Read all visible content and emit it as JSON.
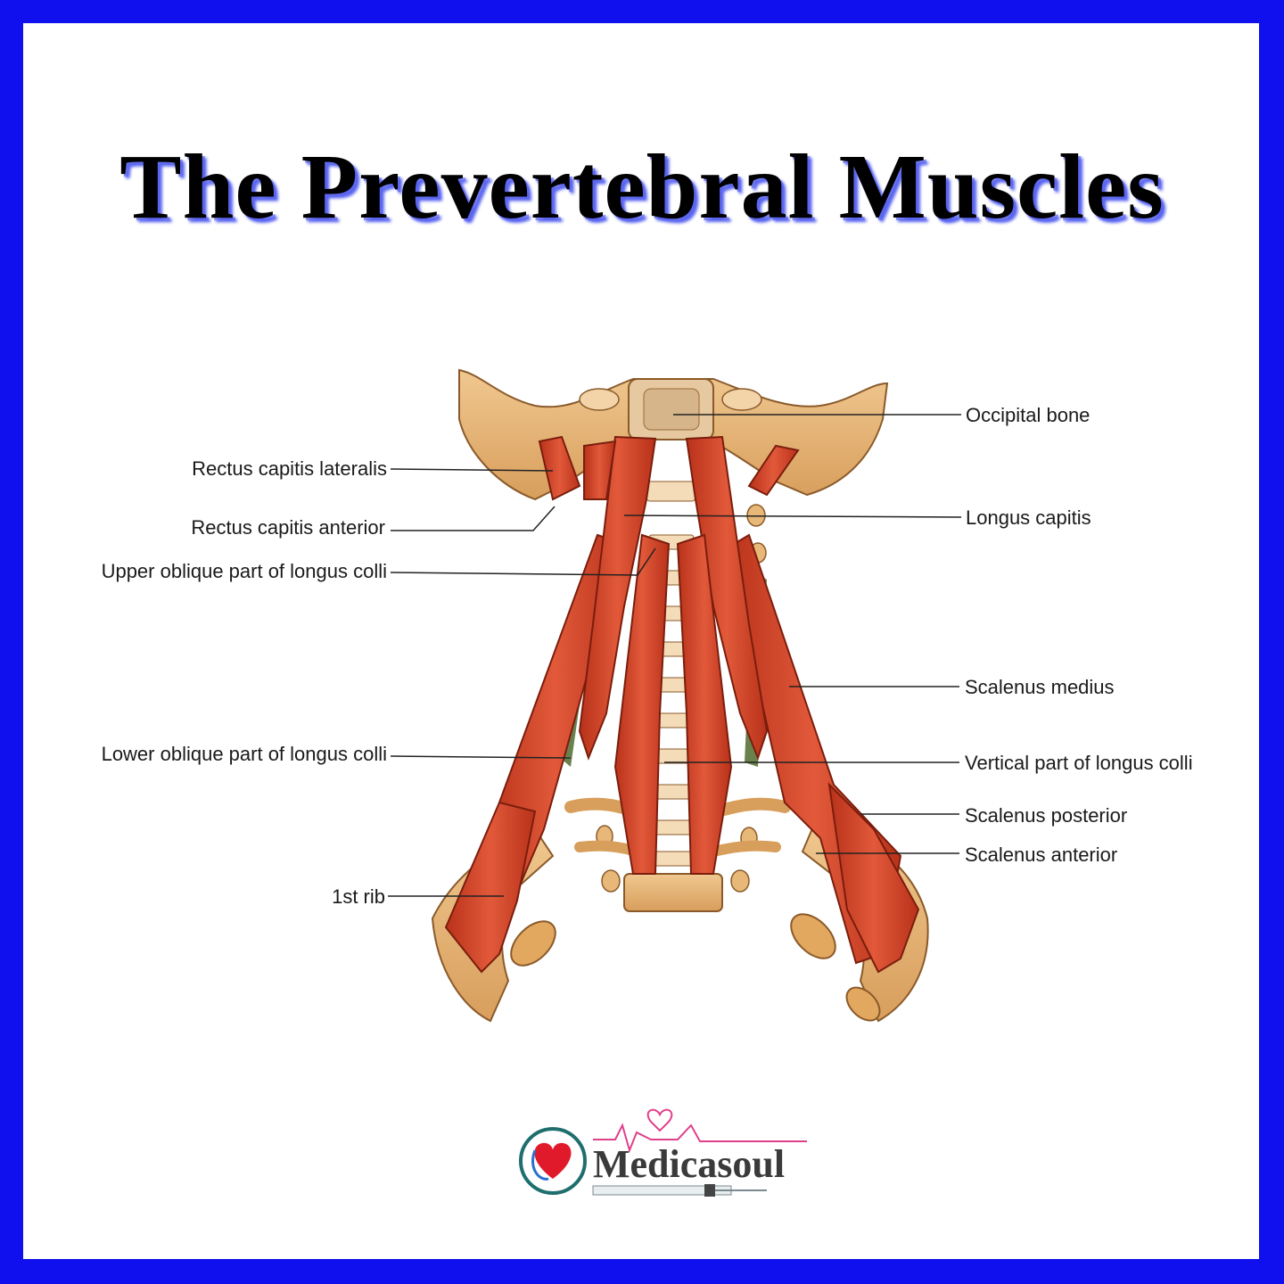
{
  "title": "The Prevertebral Muscles",
  "labels": {
    "occipital_bone": "Occipital bone",
    "rectus_capitis_lateralis": "Rectus capitis lateralis",
    "longus_capitis": "Longus capitis",
    "rectus_capitis_anterior": "Rectus capitis anterior",
    "upper_oblique_longus_colli": "Upper oblique part of longus colli",
    "scalenus_medius": "Scalenus medius",
    "lower_oblique_longus_colli": "Lower oblique part of longus colli",
    "vertical_longus_colli": "Vertical part of longus colli",
    "scalenus_posterior": "Scalenus posterior",
    "scalenus_anterior": "Scalenus anterior",
    "first_rib": "1st rib"
  },
  "logo": {
    "text": "Medicasoul",
    "icon": "heart-stethoscope-icon"
  },
  "colors": {
    "border": "#1010ee",
    "muscle": "#d94a2a",
    "bone": "#e8b878",
    "title_shadow": "#5b66f0"
  }
}
